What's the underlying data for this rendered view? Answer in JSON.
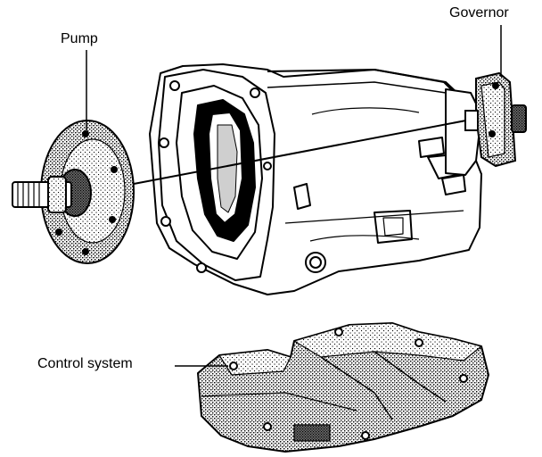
{
  "labels": {
    "pump": "Pump",
    "governor": "Governor",
    "control_system": "Control system"
  },
  "colors": {
    "ink": "#000000",
    "paper": "#ffffff",
    "stipple": "#5a5a5a"
  }
}
